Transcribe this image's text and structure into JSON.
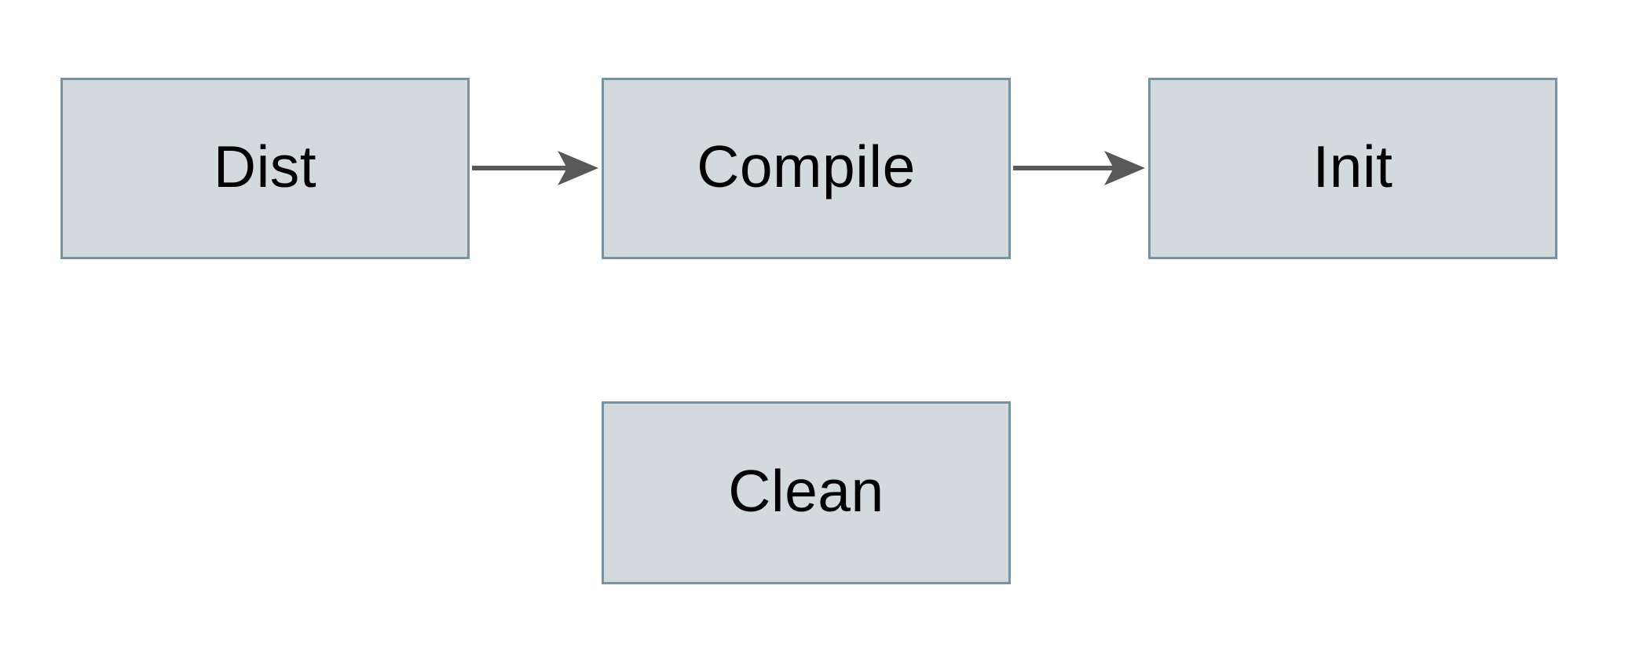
{
  "colors": {
    "background": "#ffffff",
    "node_fill": "#d3dadd",
    "node_border": "#7a929f",
    "arrow": "#595959",
    "text": "#000000"
  },
  "diagram": {
    "type": "flowchart",
    "nodes": [
      {
        "id": "dist",
        "label": "Dist"
      },
      {
        "id": "compile",
        "label": "Compile"
      },
      {
        "id": "init",
        "label": "Init"
      },
      {
        "id": "clean",
        "label": "Clean"
      }
    ],
    "edges": [
      {
        "from": "dist",
        "to": "compile",
        "direction": "right"
      },
      {
        "from": "compile",
        "to": "init",
        "direction": "right"
      }
    ]
  }
}
